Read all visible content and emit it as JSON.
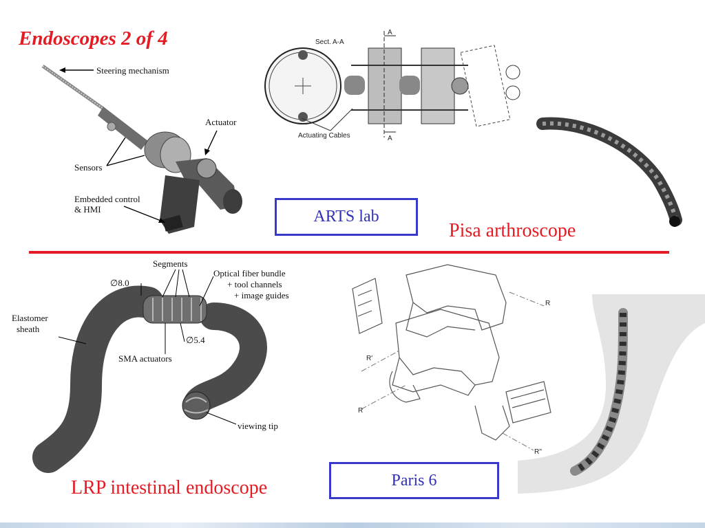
{
  "slide": {
    "title": "Endoscopes 2 of 4"
  },
  "top_left": {
    "labels": {
      "steering": "Steering mechanism",
      "actuator": "Actuator",
      "sensors": "Sensors",
      "control_1": "Embedded control",
      "control_2": "& HMI"
    }
  },
  "top_middle": {
    "labels": {
      "sect": "Sect. A-A",
      "a_top": "A",
      "a_bottom": "A",
      "cables": "Actuating Cables"
    },
    "box_label": "ARTS lab"
  },
  "top_right": {
    "caption": "Pisa arthroscope"
  },
  "bottom_left": {
    "labels": {
      "segments": "Segments",
      "optical_1": "Optical fiber bundle",
      "optical_2": "+ tool channels",
      "optical_3": "+ image guides",
      "d8": "∅8.0",
      "elastomer_1": "Elastomer",
      "elastomer_2": "sheath",
      "d54": "∅5.4",
      "sma": "SMA actuators",
      "tip": "viewing tip"
    },
    "caption": "LRP intestinal endoscope"
  },
  "bottom_middle": {
    "labels": {
      "r1": "R",
      "r2": "R'",
      "r3": "R",
      "r4": "R''"
    },
    "box_label": "Paris 6"
  },
  "colors": {
    "title_red": "#e31b23",
    "box_blue": "#3939c9"
  }
}
